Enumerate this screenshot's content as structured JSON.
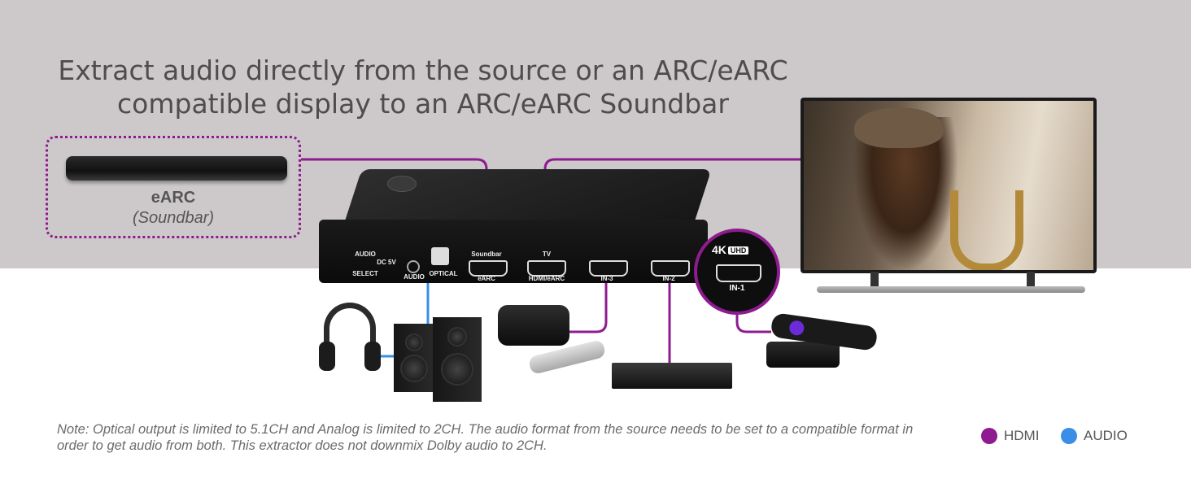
{
  "headline": {
    "line1": "Extract audio directly from the source or an ARC/eARC",
    "line2": "compatible display to an ARC/eARC Soundbar"
  },
  "soundbar": {
    "title": "eARC",
    "subtitle": "(Soundbar)"
  },
  "extractor": {
    "ports": [
      {
        "top": "AUDIO",
        "bottom": "SELECT"
      },
      {
        "top": "DC 5V",
        "bottom": ""
      },
      {
        "top": "",
        "bottom": "AUDIO"
      },
      {
        "top": "",
        "bottom": "OPTICAL"
      },
      {
        "top": "Soundbar",
        "bottom": "eARC"
      },
      {
        "top": "TV",
        "bottom": "HDMI/eARC"
      },
      {
        "top": "",
        "bottom": "IN-3"
      },
      {
        "top": "",
        "bottom": "IN-2"
      }
    ]
  },
  "zoom": {
    "badge": "4K",
    "badge_uhd": "UHD",
    "port_label": "IN-1"
  },
  "note": "Note: Optical output is limited to 5.1CH and Analog is limited to 2CH. The audio format from the source needs to be set to a compatible format in order to get audio from both. This extractor does not downmix Dolby audio to 2CH.",
  "legend": {
    "items": [
      {
        "label": "HDMI",
        "color": "#8e1b8f"
      },
      {
        "label": "AUDIO",
        "color": "#3a8ee6"
      }
    ]
  },
  "colors": {
    "hdmi_line": "#8e1b8f",
    "audio_line": "#3a8ee6",
    "band": "#cdc9ca"
  }
}
